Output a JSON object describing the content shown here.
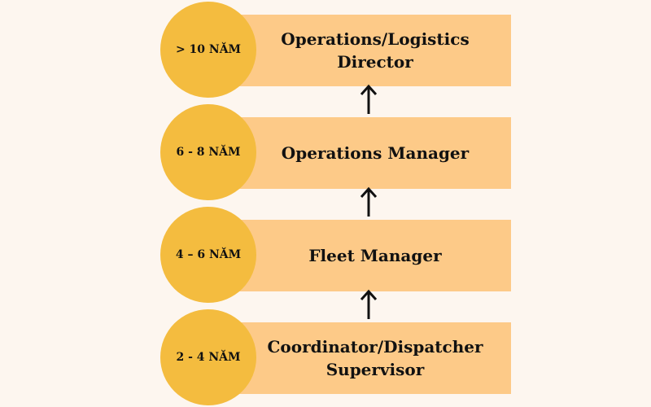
{
  "colors": {
    "background": "#fdf6ef",
    "bar": "#fdca88",
    "circle": "#f4bc3f",
    "text": "#111111",
    "arrow": "#111111"
  },
  "levels": [
    {
      "years": "> 10 NĂM",
      "role": "Operations/Logistics\nDirector"
    },
    {
      "years": "6 - 8 NĂM",
      "role": "Operations Manager"
    },
    {
      "years": "4 – 6 NĂM",
      "role": "Fleet Manager"
    },
    {
      "years": "2 - 4 NĂM",
      "role": "Coordinator/Dispatcher\nSupervisor"
    }
  ],
  "arrow_icon": "arrow-up-icon"
}
